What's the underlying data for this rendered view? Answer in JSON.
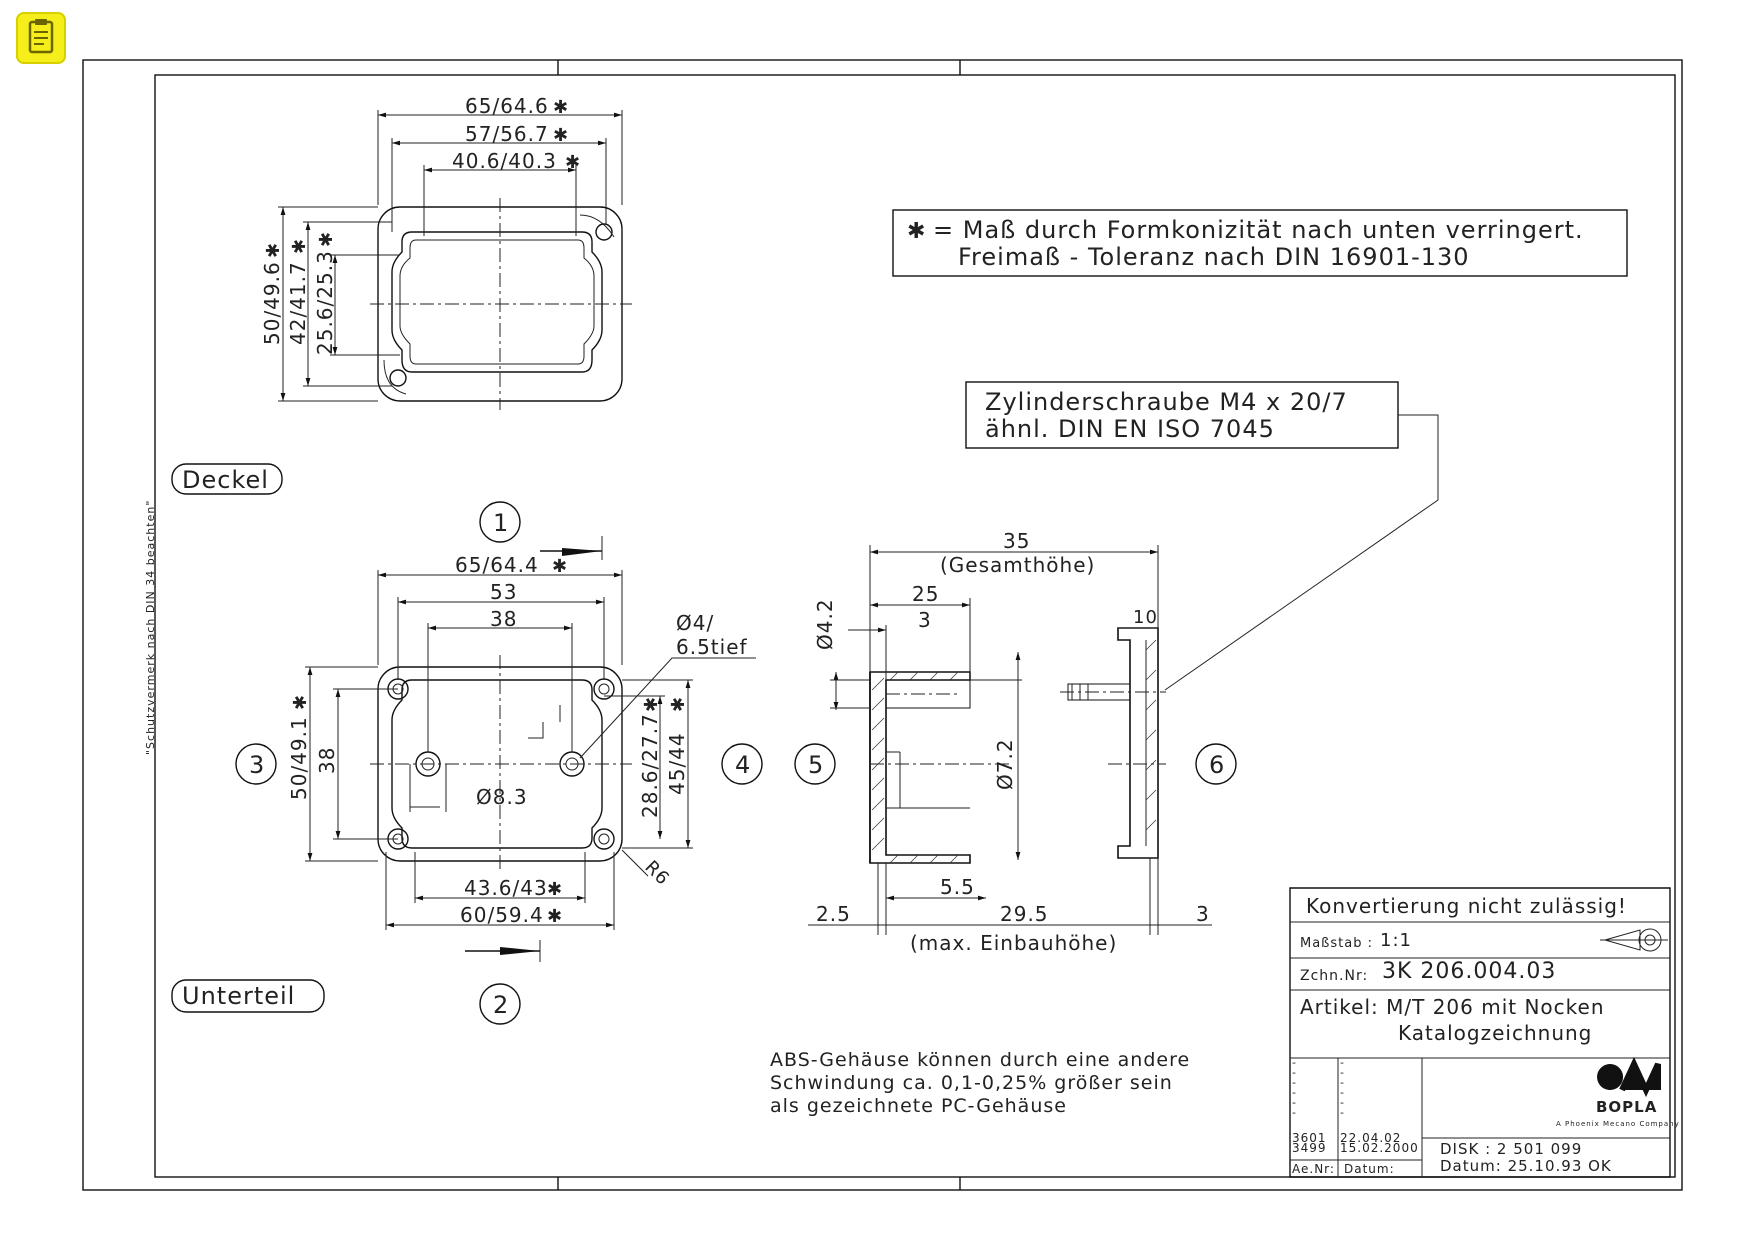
{
  "note_box": {
    "line1": "= Maß durch Formkonizität nach unten verringert.",
    "line2": "Freimaß - Toleranz nach  DIN 16901-130"
  },
  "screw_box": {
    "line1": "Zylinderschraube M4 x 20/7",
    "line2": "ähnl. DIN EN ISO 7045"
  },
  "labels": {
    "deckel": "Deckel",
    "unterteil": "Unterteil",
    "side_note": "\"Schutzvermerk nach DIN 34 beachten\""
  },
  "views": [
    "1",
    "2",
    "3",
    "4",
    "5",
    "6"
  ],
  "lid_dims": {
    "w1": "65/64.6",
    "w2": "57/56.7",
    "w3": "40.6/40.3",
    "h1": "50/49.6",
    "h2": "42/41.7",
    "h3": "25.6/25.3"
  },
  "base_dims": {
    "w1": "65/64.4",
    "w2": "53",
    "w3": "38",
    "hole": "Ø4/",
    "hole_depth": "6.5tief",
    "h_left1": "50/49.1",
    "h_left2": "38",
    "dia": "Ø8.3",
    "h_right1": "28.6/27.7",
    "h_right2": "45/44",
    "w_bottom1": "43.6/43",
    "w_bottom2": "60/59.4",
    "radius": "R6"
  },
  "side_dims": {
    "total": "35",
    "total_label": "(Gesamthöhe)",
    "d25": "25",
    "d3": "3",
    "dia42": "Ø4.2",
    "dia72": "Ø7.2",
    "d10": "10",
    "d55": "5.5",
    "d25b": "2.5",
    "d295": "29.5",
    "d3b": "3",
    "max_label": "(max. Einbauhöhe)"
  },
  "abs_note": {
    "line1": "ABS-Gehäuse können durch eine andere",
    "line2": "Schwindung ca. 0,1-0,25% größer sein",
    "line3": "als gezeichnete PC-Gehäuse"
  },
  "title_block": {
    "konvert": "Konvertierung nicht zulässig!",
    "massstab_label": "Maßstab :",
    "massstab_value": "1:1",
    "zchn_label": "Zchn.Nr:",
    "zchn_value": "3K 206.004.03",
    "artikel_line1": "Artikel: M/T 206 mit Nocken",
    "artikel_line2": "Katalogzeichnung",
    "rev1_ae": "3601",
    "rev2_ae": "3499",
    "rev1_date": "22.04.02",
    "rev2_date": "15.02.2000",
    "ae_label": "Ae.Nr:",
    "datum_label": "Datum:",
    "brand": "BOPLA",
    "brand_sub": "A Phoenix Mecano Company",
    "disk": "DISK :   2 501 099",
    "datum": "Datum:     25.10.93 OK"
  }
}
